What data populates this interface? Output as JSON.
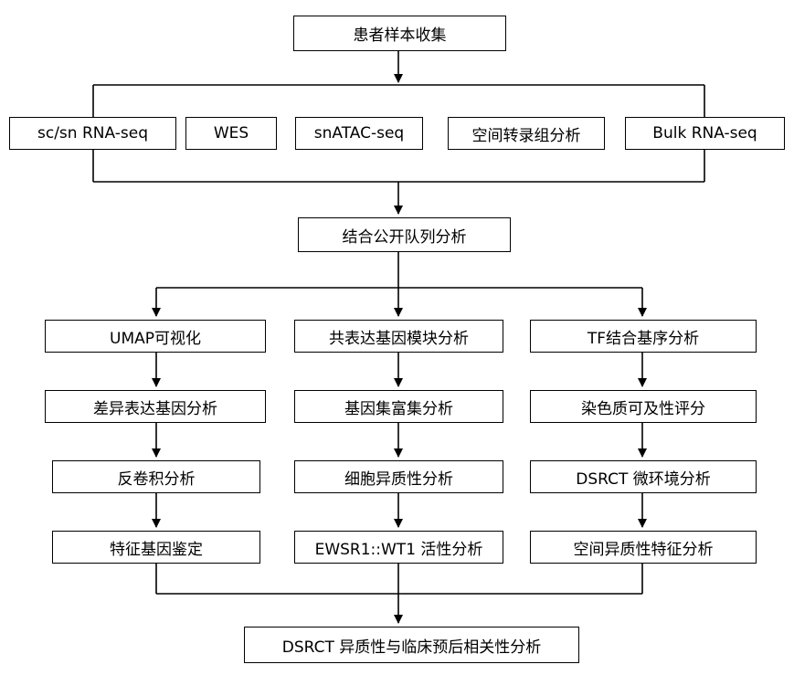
{
  "nodes": {
    "collect": "患者样本收集",
    "sc_rna": "sc/sn RNA-seq",
    "wes": "WES",
    "snatac": "snATAC-seq",
    "spatial": "空间转录组分析",
    "bulk": "Bulk RNA-seq",
    "public": "结合公开队列分析",
    "umap": "UMAP可视化",
    "coexp": "共表达基因模块分析",
    "tf": "TF结合基序分析",
    "deg": "差异表达基因分析",
    "geneset": "基因集富集分析",
    "chromatin": "染色质可及性评分",
    "deconv": "反卷积分析",
    "hetero_cell": "细胞异质性分析",
    "microenv": "DSRCT 微环境分析",
    "signature": "特征基因鉴定",
    "ewsr1": "EWSR1::WT1 活性分析",
    "spatial_hetero": "空间异质性特征分析",
    "final": "DSRCT 异质性与临床预后相关性分析"
  },
  "colors": {
    "stroke": "#000000",
    "fill": "#ffffff"
  }
}
